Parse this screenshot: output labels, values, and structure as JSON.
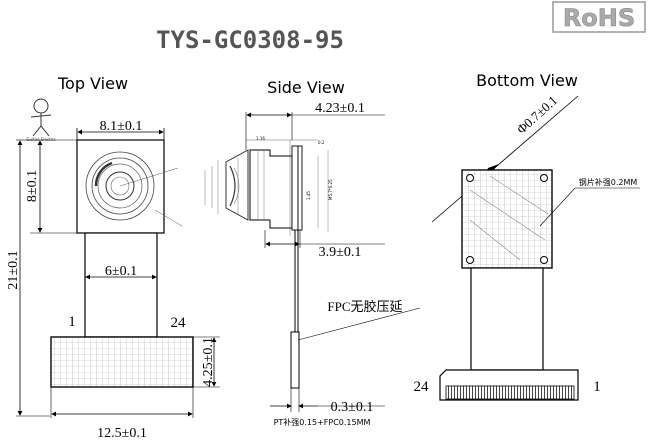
{
  "rohs": "RoHS",
  "title": "TYS-GC0308-95",
  "views": {
    "top": "Top View",
    "side": "Side View",
    "bottom": "Bottom View"
  },
  "top_dims": {
    "width": "8.1±0.1",
    "height": "8±0.1",
    "total": "21±0.1",
    "fpc": "6±0.1",
    "conn_h": "4.25±0.1",
    "conn_w": "12.5±0.1",
    "pin_left": "1",
    "pin_right": "24"
  },
  "side_dims": {
    "top": "4.23±0.1",
    "mid": "3.9±0.1",
    "fpc_note": "FPC无胶压延",
    "thick": "0.3±0.1",
    "stiff_note": "PT补强0.15+FPC0.15MM",
    "small_1": "1.16",
    "small_2": "0.2",
    "small_3": "M5.7*0.25",
    "small_4": "1.45"
  },
  "bottom_dims": {
    "diameter": "Φ0.7±0.1",
    "stiff_note": "钢片补强0.2MM",
    "pin_left": "24",
    "pin_right": "1"
  },
  "logo_text": "Guitao Electric"
}
